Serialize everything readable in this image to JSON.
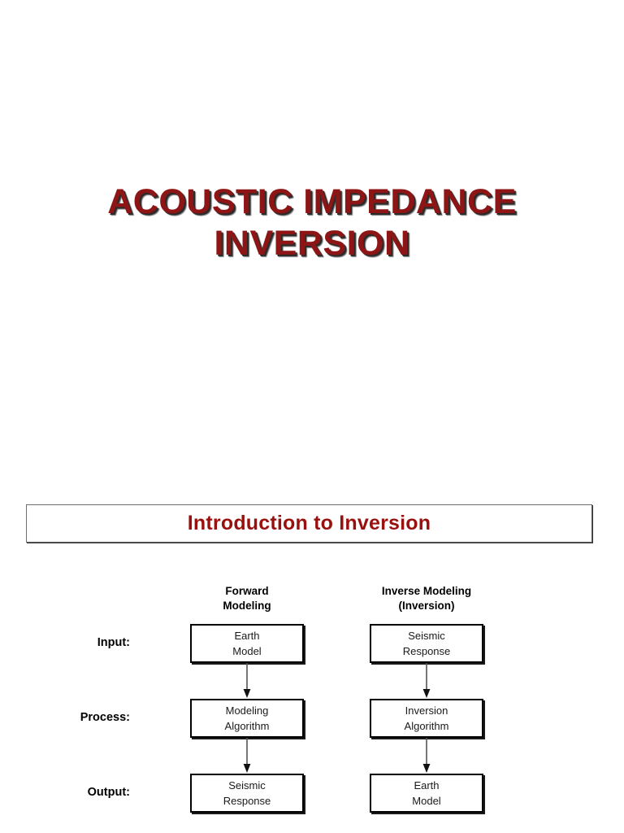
{
  "slide": {
    "title": "ACOUSTIC IMPEDANCE\nINVERSION",
    "title_color": "#8E1515",
    "title_shadow_color": "#2b2b2b",
    "section_banner": "Introduction to Inversion",
    "section_banner_color": "#99110F",
    "background_color": "#ffffff"
  },
  "diagram": {
    "columns": [
      {
        "header": "Forward\nModeling"
      },
      {
        "header": "Inverse Modeling\n(Inversion)"
      }
    ],
    "rows": [
      {
        "label": "Input:",
        "cells": [
          {
            "line1": "Earth",
            "line2": "Model"
          },
          {
            "line1": "Seismic",
            "line2": "Response"
          }
        ]
      },
      {
        "label": "Process:",
        "cells": [
          {
            "line1": "Modeling",
            "line2": "Algorithm"
          },
          {
            "line1": "Inversion",
            "line2": "Algorithm"
          }
        ]
      },
      {
        "label": "Output:",
        "cells": [
          {
            "line1": "Seismic",
            "line2": "Response"
          },
          {
            "line1": "Earth",
            "line2": "Model"
          }
        ]
      }
    ],
    "connector_color": "#555555",
    "node_border_color": "#000000"
  }
}
